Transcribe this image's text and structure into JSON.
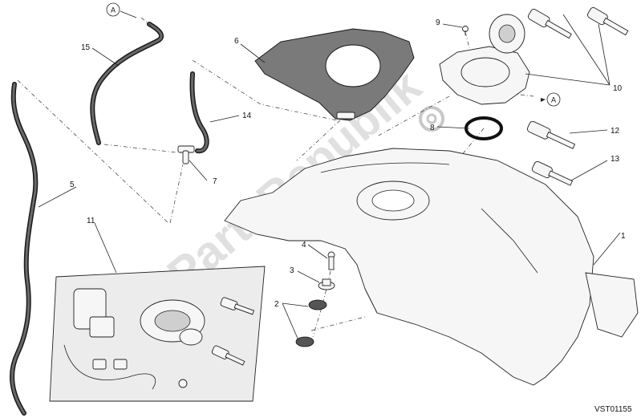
{
  "diagram": {
    "reference_code": "VST01155",
    "watermark": "PartsRepublik",
    "ref_letter": "A",
    "callouts": {
      "c1": "1",
      "c2": "2",
      "c3": "3",
      "c4": "4",
      "c5": "5",
      "c6": "6",
      "c7": "7",
      "c8": "8",
      "c9": "9",
      "c10": "10",
      "c11": "11",
      "c12": "12",
      "c13": "13",
      "c14": "14",
      "c15": "15"
    }
  }
}
